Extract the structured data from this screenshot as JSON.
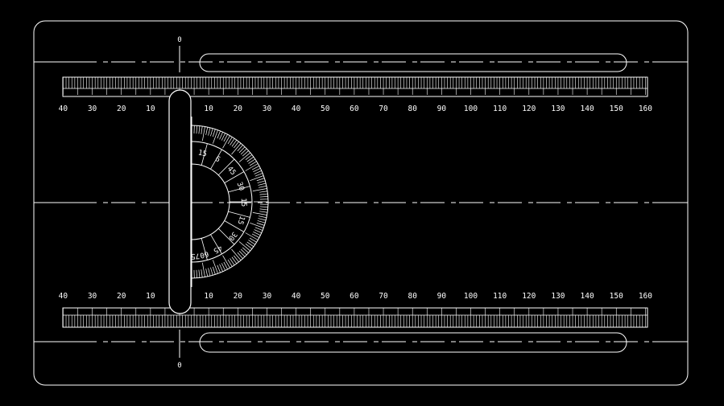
{
  "drawing": {
    "background": "#000000",
    "line_color": "#ffffff",
    "top_ruler": {
      "labels": [
        "40",
        "30",
        "20",
        "10",
        "10",
        "20",
        "30",
        "40",
        "50",
        "60",
        "70",
        "80",
        "90",
        "100",
        "110",
        "120",
        "130",
        "140",
        "150",
        "160"
      ],
      "values": [
        -40,
        -30,
        -20,
        -10,
        10,
        20,
        30,
        40,
        50,
        60,
        70,
        80,
        90,
        100,
        110,
        120,
        130,
        140,
        150,
        160
      ]
    },
    "bottom_ruler": {
      "labels": [
        "40",
        "30",
        "20",
        "10",
        "10",
        "20",
        "30",
        "40",
        "50",
        "60",
        "70",
        "80",
        "90",
        "100",
        "110",
        "120",
        "130",
        "140",
        "150",
        "160"
      ],
      "values": [
        -40,
        -30,
        -20,
        -10,
        10,
        20,
        30,
        40,
        50,
        60,
        70,
        80,
        90,
        100,
        110,
        120,
        130,
        140,
        150,
        160
      ]
    },
    "zero_top": "0",
    "zero_bottom": "0",
    "protractor_labels": [
      "15",
      "6",
      "45",
      "30",
      "15",
      "15",
      "30",
      "45",
      "60",
      "75"
    ]
  }
}
